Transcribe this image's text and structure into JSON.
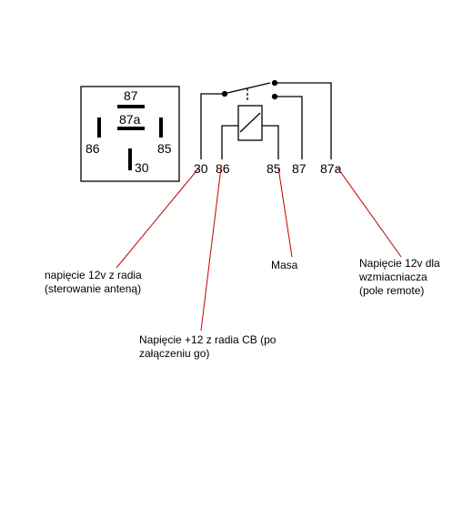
{
  "relay_top_view": {
    "pins": {
      "p87": "87",
      "p87a": "87a",
      "p86": "86",
      "p85": "85",
      "p30": "30"
    }
  },
  "relay_schematic": {
    "pins": {
      "p30": "30",
      "p86": "86",
      "p85": "85",
      "p87": "87",
      "p87a": "87a"
    }
  },
  "annotations": {
    "pin30": [
      "napięcie 12v  z radia",
      "(sterowanie anteną)"
    ],
    "pin86": [
      "Napięcie +12 z radia CB (po",
      "załączeniu go)"
    ],
    "pin85": [
      "Masa"
    ],
    "pin87a": [
      "Napięcie 12v dla",
      "wzmiacniacza",
      "(pole remote)"
    ]
  },
  "colors": {
    "lines": "#000000",
    "leaders": "#c00000"
  }
}
